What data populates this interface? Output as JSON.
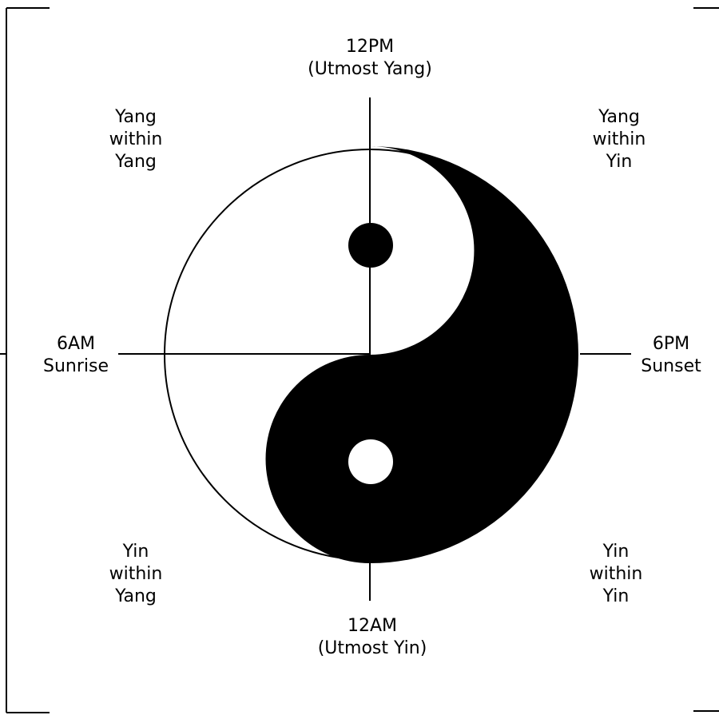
{
  "labels": {
    "top": {
      "line1": "12PM",
      "line2": "(Utmost Yang)"
    },
    "bottom": {
      "line1": "12AM",
      "line2": "(Utmost Yin)"
    },
    "left": {
      "line1": "6AM",
      "line2": "Sunrise"
    },
    "right": {
      "line1": "6PM",
      "line2": "Sunset"
    },
    "top_left": {
      "line1": "Yang",
      "line2": "within",
      "line3": "Yang"
    },
    "top_right": {
      "line1": "Yang",
      "line2": "within",
      "line3": "Yin"
    },
    "bottom_left": {
      "line1": "Yin",
      "line2": "within",
      "line3": "Yang"
    },
    "bottom_right": {
      "line1": "Yin",
      "line2": "within",
      "line3": "Yin"
    }
  },
  "colors": {
    "ink": "#000000",
    "paper": "#ffffff"
  }
}
